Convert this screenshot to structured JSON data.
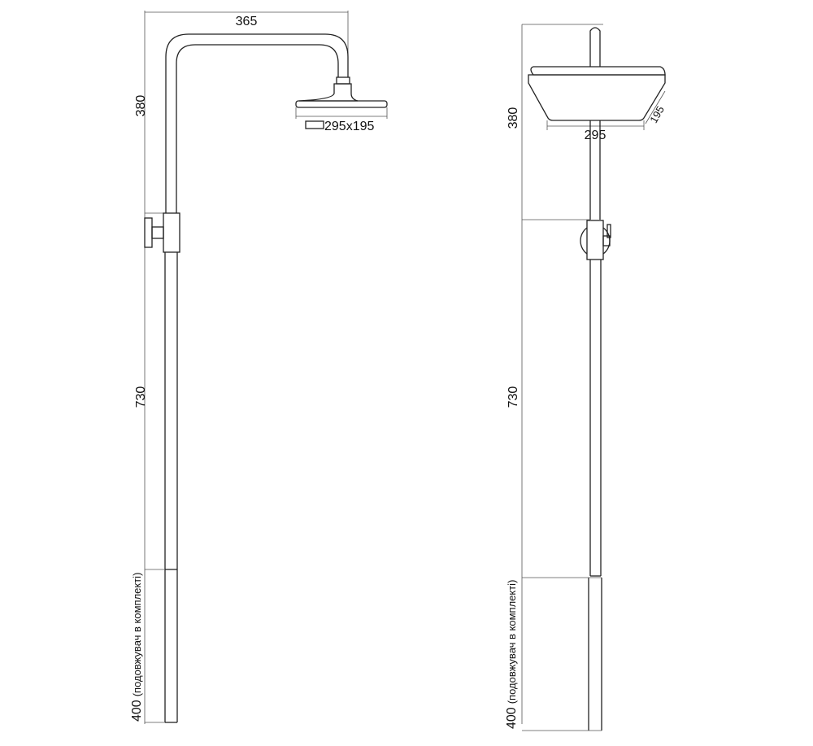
{
  "drawing": {
    "left_view": {
      "arm_width_label": "365",
      "head_height_label": "380",
      "head_size_label": "295x195",
      "riser_length_label": "730",
      "extension_label": "400",
      "extension_note": "(подовжувач в комплекті)"
    },
    "right_view": {
      "head_width_label": "295",
      "head_depth_label": "195",
      "head_height_label": "380",
      "riser_length_label": "730",
      "extension_label": "400",
      "extension_note": "(подовжувач в комплекті)"
    }
  }
}
